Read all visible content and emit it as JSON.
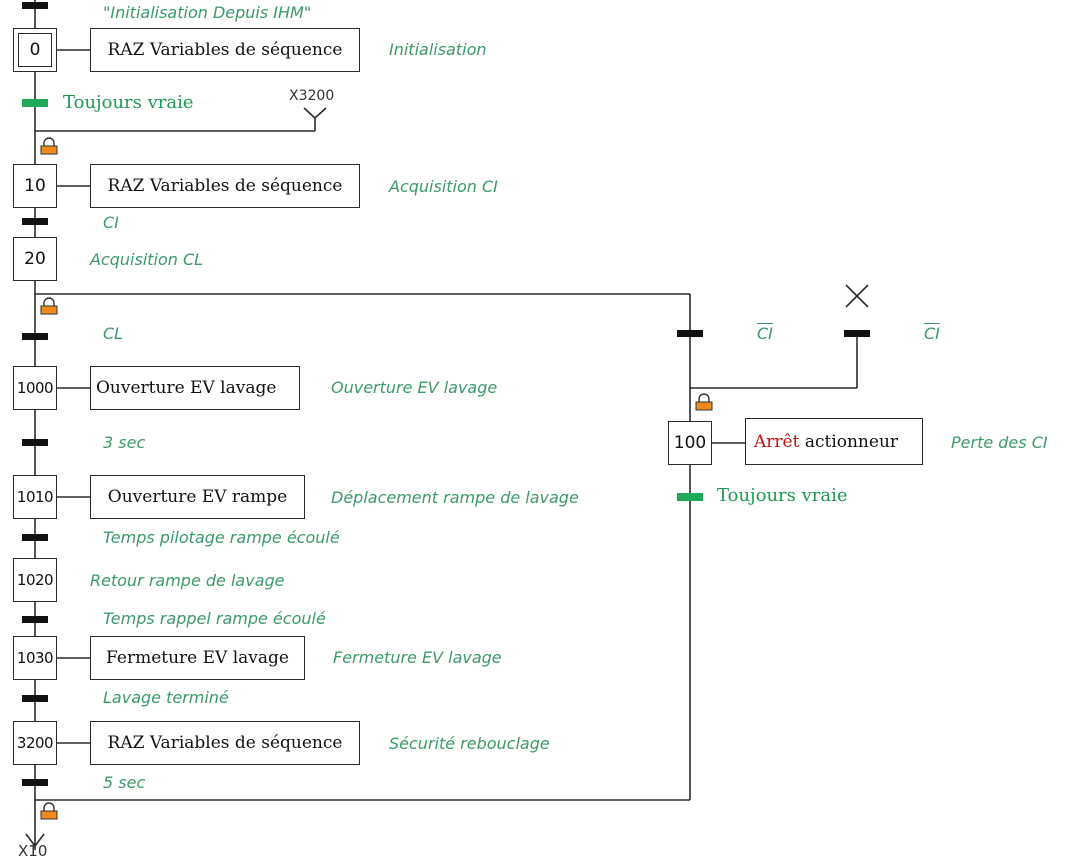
{
  "header_comment": "\"Initialisation Depuis IHM\"",
  "steps": [
    {
      "id": "0",
      "action": "RAZ Variables de séquence",
      "comment": "Initialisation"
    },
    {
      "id": "10",
      "action": "RAZ Variables de séquence",
      "comment": "Acquisition CI"
    },
    {
      "id": "20",
      "comment": "Acquisition CL"
    },
    {
      "id": "1000",
      "action": "Ouverture EV lavage",
      "comment": "Ouverture EV lavage"
    },
    {
      "id": "1010",
      "action": "Ouverture EV rampe",
      "comment": "Déplacement rampe de lavage"
    },
    {
      "id": "1020",
      "comment": "Retour rampe de lavage"
    },
    {
      "id": "1030",
      "action": "Fermeture EV lavage",
      "comment": "Fermeture EV lavage"
    },
    {
      "id": "3200",
      "action": "RAZ Variables de séquence",
      "comment": "Sécurité rebouclage"
    },
    {
      "id": "100",
      "action_highlight": "Arrêt",
      "action_rest": " actionneur",
      "comment": "Perte des CI"
    }
  ],
  "transitions": {
    "t0": "Toujours vraie",
    "t10": "CI",
    "t20": "CL",
    "t1000": "3 sec",
    "t1010": "Temps pilotage rampe écoulé",
    "t1020": "Temps rappel rampe écoulé",
    "t1030": "Lavage terminé",
    "t3200": "5 sec",
    "t_ci_not_a": "CI",
    "t_ci_not_b": "CI",
    "t100": "Toujours vraie"
  },
  "links": {
    "jump_in": "X3200",
    "jump_out": "X10"
  },
  "colors": {
    "line": "#2b2b2b",
    "comment_green": "#3c9a6a",
    "true_green": "#1f9a55",
    "lock_orange": "#f08a1c",
    "highlight_red": "#c0120c"
  }
}
